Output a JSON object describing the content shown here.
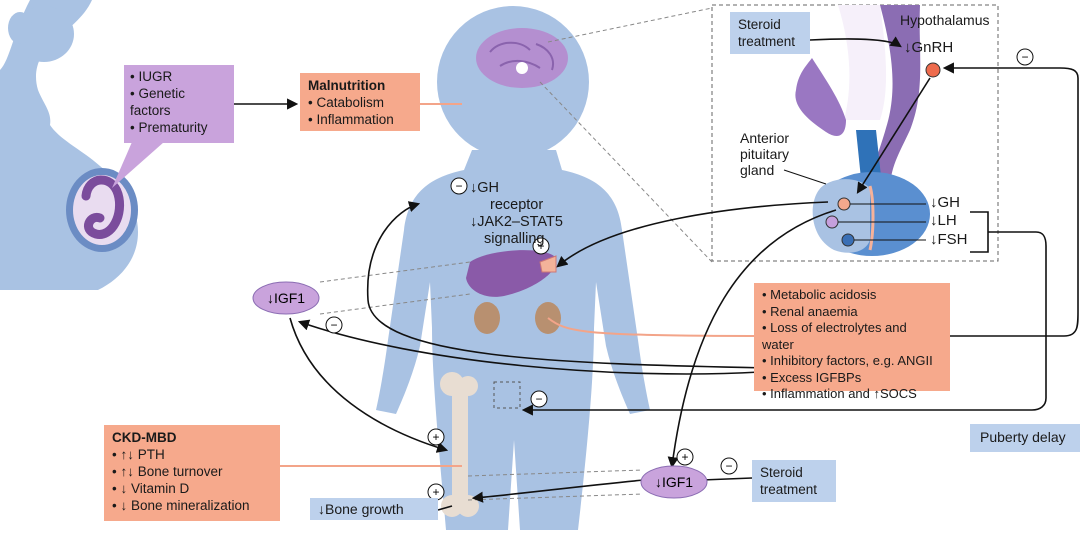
{
  "maternal_box": {
    "items": [
      "IUGR",
      "Genetic factors",
      "Prematurity"
    ]
  },
  "malnutrition_box": {
    "title": "Malnutrition",
    "items": [
      "Catabolism",
      "Inflammation"
    ]
  },
  "steroid_top": {
    "line1": "Steroid",
    "line2": "treatment"
  },
  "steroid_bottom": {
    "line1": "Steroid",
    "line2": "treatment"
  },
  "hypothalamus_label": "Hypothalamus",
  "gnrh_label": "↓GnRH",
  "pituitary_label": {
    "line1": "Anterior",
    "line2": "pituitary",
    "line3": "gland"
  },
  "pituitary_hormones": {
    "gh": "↓GH",
    "lh": "↓LH",
    "fsh": "↓FSH"
  },
  "gh_receptor": {
    "line1": "↓GH",
    "line2": "receptor",
    "line3": "↓JAK2–STAT5",
    "line4": "signalling"
  },
  "igf1_left": "↓IGF1",
  "igf1_bottom": "↓IGF1",
  "kidney_box": {
    "items": [
      "Metabolic acidosis",
      "Renal anaemia",
      "Loss of electrolytes and water",
      "Inhibitory factors, e.g. ANGII",
      "Excess IGFBPs",
      "Inflammation and ↑SOCS"
    ]
  },
  "ckd_box": {
    "title": "CKD-MBD",
    "items": [
      "↑↓ PTH",
      "↑↓ Bone turnover",
      "↓ Vitamin D",
      "↓ Bone mineralization"
    ]
  },
  "bone_growth": "↓Bone growth",
  "puberty_delay": "Puberty delay",
  "signs": {
    "plus": "+",
    "minus": "−"
  }
}
